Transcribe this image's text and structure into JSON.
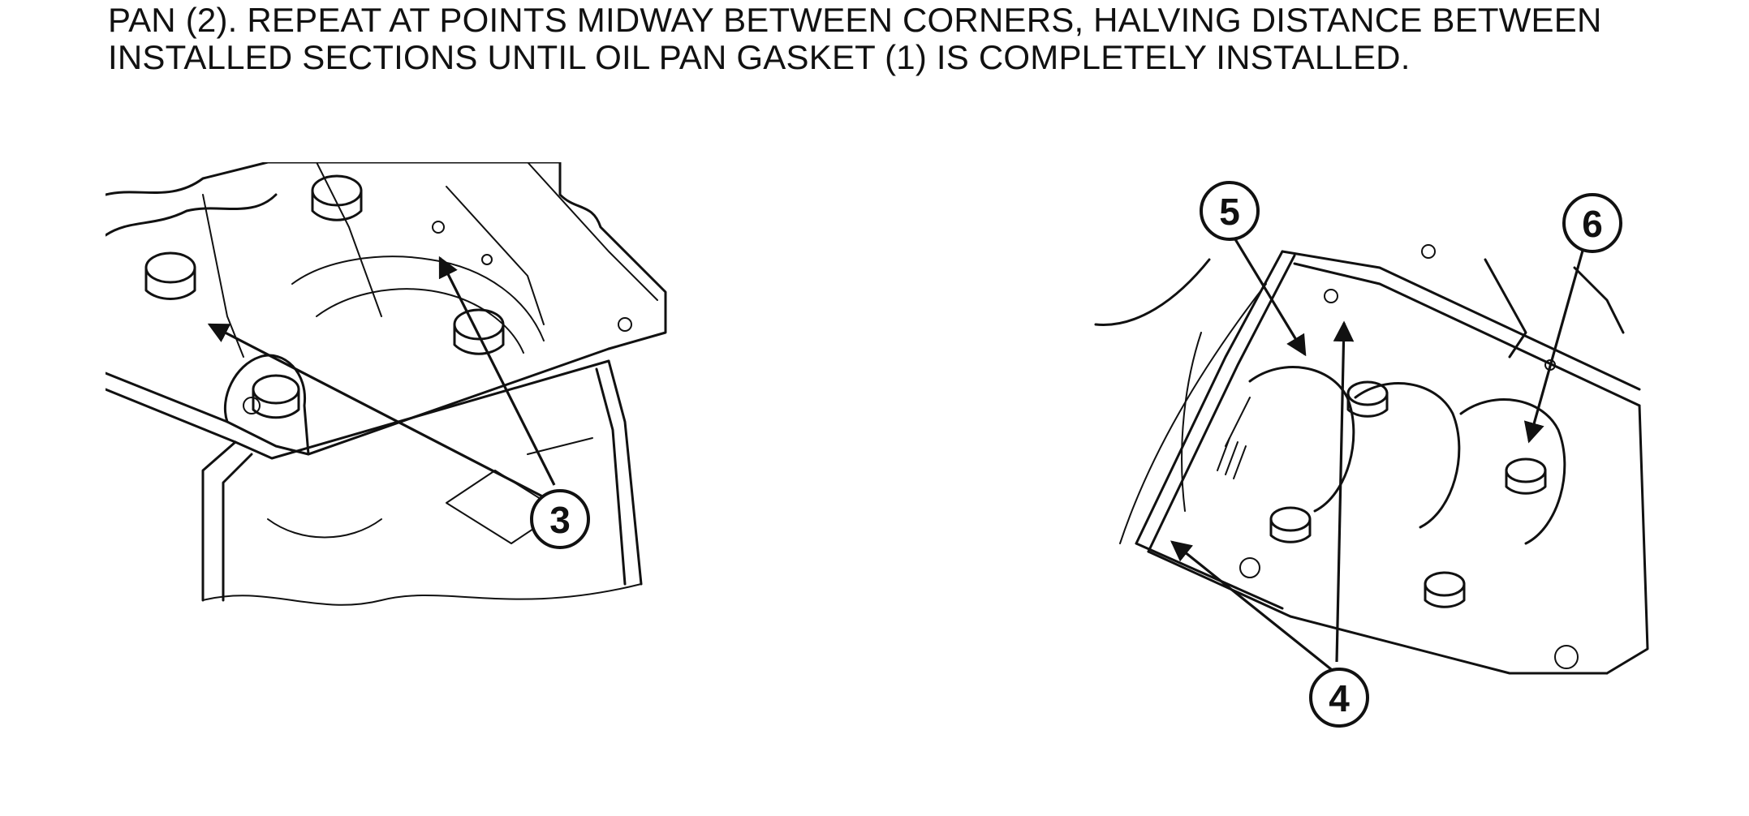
{
  "instruction": {
    "line1": "PAN (2). REPEAT AT POINTS MIDWAY BETWEEN CORNERS, HALVING DISTANCE BETWEEN",
    "line2": "INSTALLED SECTIONS UNTIL OIL PAN GASKET (1) IS COMPLETELY INSTALLED."
  },
  "callouts": {
    "c3": "3",
    "c4": "4",
    "c5": "5",
    "c6": "6"
  }
}
